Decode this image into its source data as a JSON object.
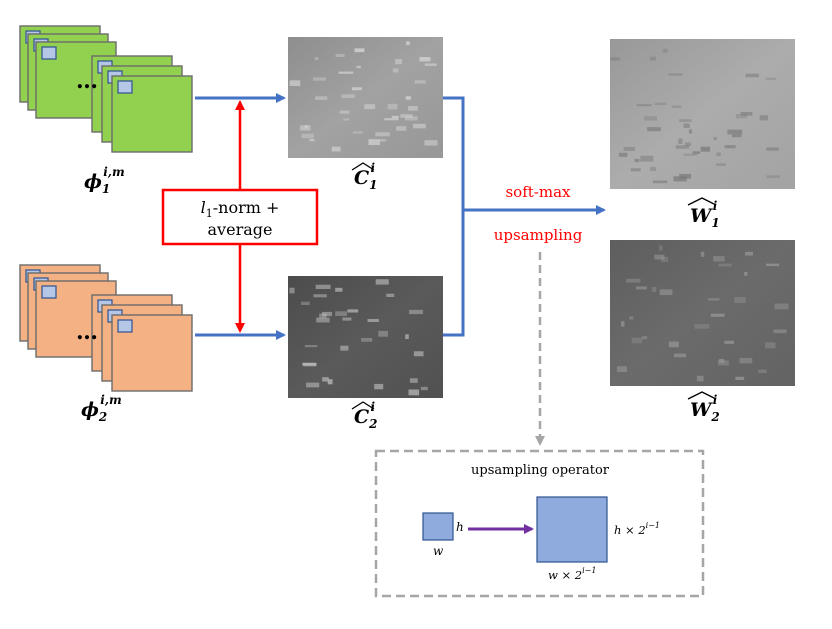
{
  "colors": {
    "green_map": "#92d050",
    "orange_map": "#f4b183",
    "patch": "#b4c7e7",
    "blue_arrow": "#4472c4",
    "red": "#ff0000",
    "purple_arrow": "#7030a0",
    "gray_dashed": "#a6a6a6",
    "map_border": "#6b6b6b"
  },
  "labels": {
    "phi1_base": "ϕ",
    "phi1_sub": "1",
    "phi1_sup": "i,m",
    "phi2_base": "ϕ",
    "phi2_sub": "2",
    "phi2_sup": "i,m",
    "c1_base": "C",
    "c1_sub": "1",
    "c1_sup": "i",
    "c2_base": "C",
    "c2_sub": "2",
    "c2_sup": "i",
    "w1_base": "W",
    "w1_sub": "1",
    "w1_sup": "i",
    "w2_base": "W",
    "w2_sub": "2",
    "w2_sup": "i",
    "dots": "…",
    "norm_l": "l",
    "norm_sub": "1",
    "norm_rest": "-norm +",
    "norm_line2": "average",
    "softmax": "soft-max",
    "upsampling": "upsampling"
  },
  "operator": {
    "title": "upsampling operator",
    "small_h": "h",
    "small_w": "w",
    "big_h": "h × 2",
    "big_h_sup": "i−1",
    "big_w": "w × 2",
    "big_w_sup": "i−1"
  }
}
